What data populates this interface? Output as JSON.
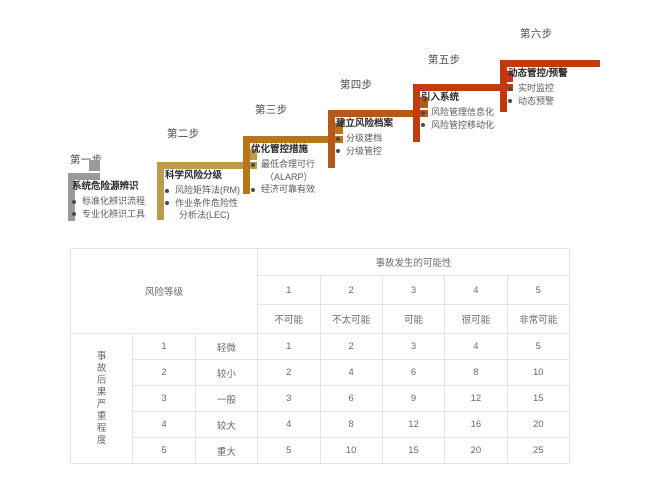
{
  "diagram": {
    "steps": [
      {
        "caption": "第一步",
        "title": "系统危险源辨识",
        "color": "#9a9a9a",
        "bullets": [
          "标准化辨识流程",
          "专业化辨识工具"
        ]
      },
      {
        "caption": "第二步",
        "title": "科学风险分级",
        "color": "#bc9a4e",
        "bullets": [
          "风险矩阵法(RM)",
          "作业条件危险性"
        ],
        "continuation": "分析法(LEC)"
      },
      {
        "caption": "第三步",
        "title": "优化管控措施",
        "color": "#b8761a",
        "bullets": [
          "最低合理可行",
          "经济可靠有效"
        ],
        "insert_after_first": "（ALARP）"
      },
      {
        "caption": "第四步",
        "title": "建立风险档案",
        "color": "#b5591a",
        "bullets": [
          "分级建档",
          "分级管控"
        ]
      },
      {
        "caption": "第五步",
        "title": "引入系统",
        "color": "#c33c11",
        "bullets": [
          "风险管理信息化",
          "风险管控移动化"
        ]
      },
      {
        "caption": "第六步",
        "title": "动态管控/预警",
        "color": "#c4380d",
        "bullets": [
          "实时监控",
          "动态预警"
        ]
      }
    ]
  },
  "matrix": {
    "corner_label": "风险等级",
    "likelihood_header": "事故发生的可能性",
    "severity_header": "事故后果严重程度",
    "likelihood_numbers": [
      "1",
      "2",
      "3",
      "4",
      "5"
    ],
    "likelihood_words": [
      "不可能",
      "不太可能",
      "可能",
      "很可能",
      "非常可能"
    ],
    "severity_rows": [
      {
        "index": "1",
        "name": "轻微"
      },
      {
        "index": "2",
        "name": "较小"
      },
      {
        "index": "3",
        "name": "一般"
      },
      {
        "index": "4",
        "name": "较大"
      },
      {
        "index": "5",
        "name": "重大"
      }
    ],
    "cells": [
      [
        {
          "v": "1",
          "c": "blue"
        },
        {
          "v": "2",
          "c": "blue"
        },
        {
          "v": "3",
          "c": "blue"
        },
        {
          "v": "4",
          "c": "blue"
        },
        {
          "v": "5",
          "c": "yellow"
        }
      ],
      [
        {
          "v": "2",
          "c": "blue"
        },
        {
          "v": "4",
          "c": "blue"
        },
        {
          "v": "6",
          "c": "yellow"
        },
        {
          "v": "8",
          "c": "yellow"
        },
        {
          "v": "10",
          "c": "orange"
        }
      ],
      [
        {
          "v": "3",
          "c": "blue"
        },
        {
          "v": "6",
          "c": "yellow"
        },
        {
          "v": "9",
          "c": "yellow"
        },
        {
          "v": "12",
          "c": "orange"
        },
        {
          "v": "15",
          "c": "red"
        }
      ],
      [
        {
          "v": "4",
          "c": "blue"
        },
        {
          "v": "8",
          "c": "yellow"
        },
        {
          "v": "12",
          "c": "orange"
        },
        {
          "v": "16",
          "c": "red"
        },
        {
          "v": "20",
          "c": "red"
        }
      ],
      [
        {
          "v": "5",
          "c": "yellow"
        },
        {
          "v": "10",
          "c": "orange"
        },
        {
          "v": "15",
          "c": "red"
        },
        {
          "v": "20",
          "c": "red"
        },
        {
          "v": "25",
          "c": "red"
        }
      ]
    ],
    "colors": {
      "blue": "#2f68ee",
      "yellow": "#ffe800",
      "orange": "#e8901c",
      "red": "#dc2118"
    }
  }
}
